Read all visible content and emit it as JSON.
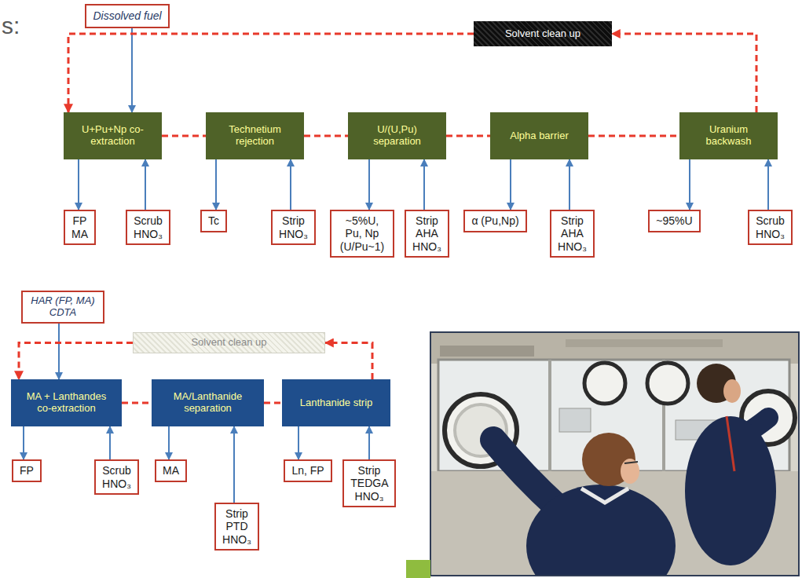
{
  "diagram": {
    "nodes": [
      {
        "text": [
          "Dissolved fuel"
        ]
      },
      {
        "text": [
          "Solvent clean up"
        ]
      },
      {
        "text": [
          "U+Pu+Np co-extraction"
        ]
      },
      {
        "text": [
          "Technetium rejection"
        ]
      },
      {
        "text": [
          "U/(U,Pu) separation"
        ]
      },
      {
        "text": [
          "Alpha barrier"
        ]
      },
      {
        "text": [
          "Uranium backwash"
        ]
      },
      {
        "text": [
          "FP MA"
        ]
      },
      {
        "text": [
          "Scrub HNO₃"
        ]
      },
      {
        "text": [
          "Tc"
        ]
      },
      {
        "text": [
          "Strip HNO₃"
        ]
      },
      {
        "text": [
          "~5%U, Pu, Np (U/Pu~1)"
        ]
      },
      {
        "text": [
          "Strip AHA HNO₃"
        ]
      },
      {
        "text": [
          "α (Pu,Np)"
        ]
      },
      {
        "text": [
          "Strip AHA HNO₃"
        ]
      },
      {
        "text": [
          "~95%U"
        ]
      },
      {
        "text": [
          "Scrub HNO₃"
        ]
      },
      {
        "text": [
          "HAR (FP, MA) CDTA"
        ]
      },
      {
        "text": [
          "Solvent clean up"
        ]
      },
      {
        "text": [
          "MA + Lanthandes co-extraction"
        ]
      },
      {
        "text": [
          "MA/Lanthanide separation"
        ]
      },
      {
        "text": [
          "Lanthanide strip"
        ]
      },
      {
        "text": [
          "FP"
        ]
      },
      {
        "text": [
          "Scrub HNO₃"
        ]
      },
      {
        "text": [
          "MA"
        ]
      },
      {
        "text": [
          "Ln, FP"
        ]
      },
      {
        "text": [
          "Strip TEDGA HNO₃"
        ]
      },
      {
        "text": [
          "Strip PTD HNO₃"
        ]
      }
    ],
    "edges": [
      {
        "from": 0,
        "to": 2,
        "arrow": "to"
      },
      {
        "from": 6,
        "to": 1,
        "arrow": "to"
      },
      {
        "from": 1,
        "to": 2,
        "arrow": "to"
      },
      {
        "from": 2,
        "to": 3,
        "arrow": "none"
      },
      {
        "from": 3,
        "to": 4,
        "arrow": "none"
      },
      {
        "from": 4,
        "to": 5,
        "arrow": "none"
      },
      {
        "from": 5,
        "to": 6,
        "arrow": "none"
      },
      {
        "from": 2,
        "to": 7,
        "arrow": "to"
      },
      {
        "from": 8,
        "to": 2,
        "arrow": "to"
      },
      {
        "from": 3,
        "to": 9,
        "arrow": "to"
      },
      {
        "from": 10,
        "to": 3,
        "arrow": "to"
      },
      {
        "from": 4,
        "to": 11,
        "arrow": "to"
      },
      {
        "from": 12,
        "to": 4,
        "arrow": "to"
      },
      {
        "from": 5,
        "to": 13,
        "arrow": "to"
      },
      {
        "from": 14,
        "to": 5,
        "arrow": "to"
      },
      {
        "from": 6,
        "to": 15,
        "arrow": "to"
      },
      {
        "from": 16,
        "to": 6,
        "arrow": "to"
      },
      {
        "from": 17,
        "to": 19,
        "arrow": "to"
      },
      {
        "from": 21,
        "to": 18,
        "arrow": "to"
      },
      {
        "from": 18,
        "to": 19,
        "arrow": "to"
      },
      {
        "from": 19,
        "to": 20,
        "arrow": "none"
      },
      {
        "from": 20,
        "to": 21,
        "arrow": "none"
      },
      {
        "from": 19,
        "to": 22,
        "arrow": "to"
      },
      {
        "from": 23,
        "to": 19,
        "arrow": "to"
      },
      {
        "from": 20,
        "to": 24,
        "arrow": "to"
      },
      {
        "from": 27,
        "to": 20,
        "arrow": "to"
      },
      {
        "from": 21,
        "to": 25,
        "arrow": "to"
      },
      {
        "from": 26,
        "to": 21,
        "arrow": "to"
      }
    ],
    "labels": [
      "s:"
    ]
  }
}
